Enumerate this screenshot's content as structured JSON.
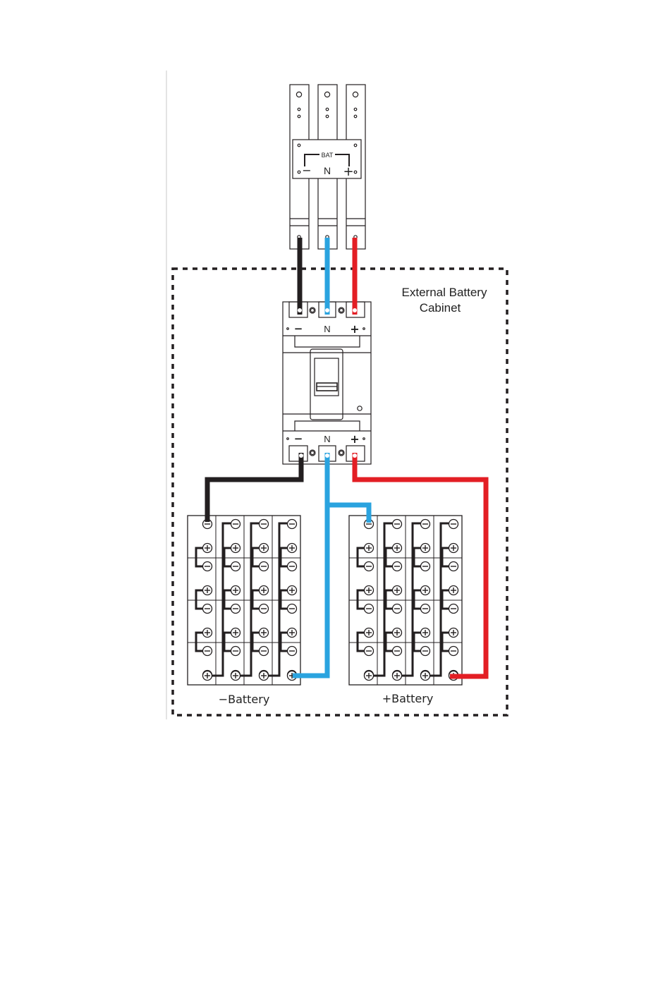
{
  "terminal_block": {
    "bat_label": "BAT",
    "minus": "−",
    "neutral": "N",
    "plus": "+"
  },
  "cabinet": {
    "title_line1": "External Battery",
    "title_line2": "Cabinet"
  },
  "breaker": {
    "top_minus": "−",
    "top_neutral": "N",
    "top_plus": "+",
    "bottom_minus": "−",
    "bottom_neutral": "N",
    "bottom_plus": "+"
  },
  "battery_banks": [
    {
      "label": "−Battery"
    },
    {
      "label": "+Battery"
    }
  ],
  "colors": {
    "negative_wire": "#231f20",
    "neutral_wire": "#2aa3df",
    "positive_wire": "#e31e24",
    "outline": "#231f20",
    "dashed_border": "#231f20"
  }
}
